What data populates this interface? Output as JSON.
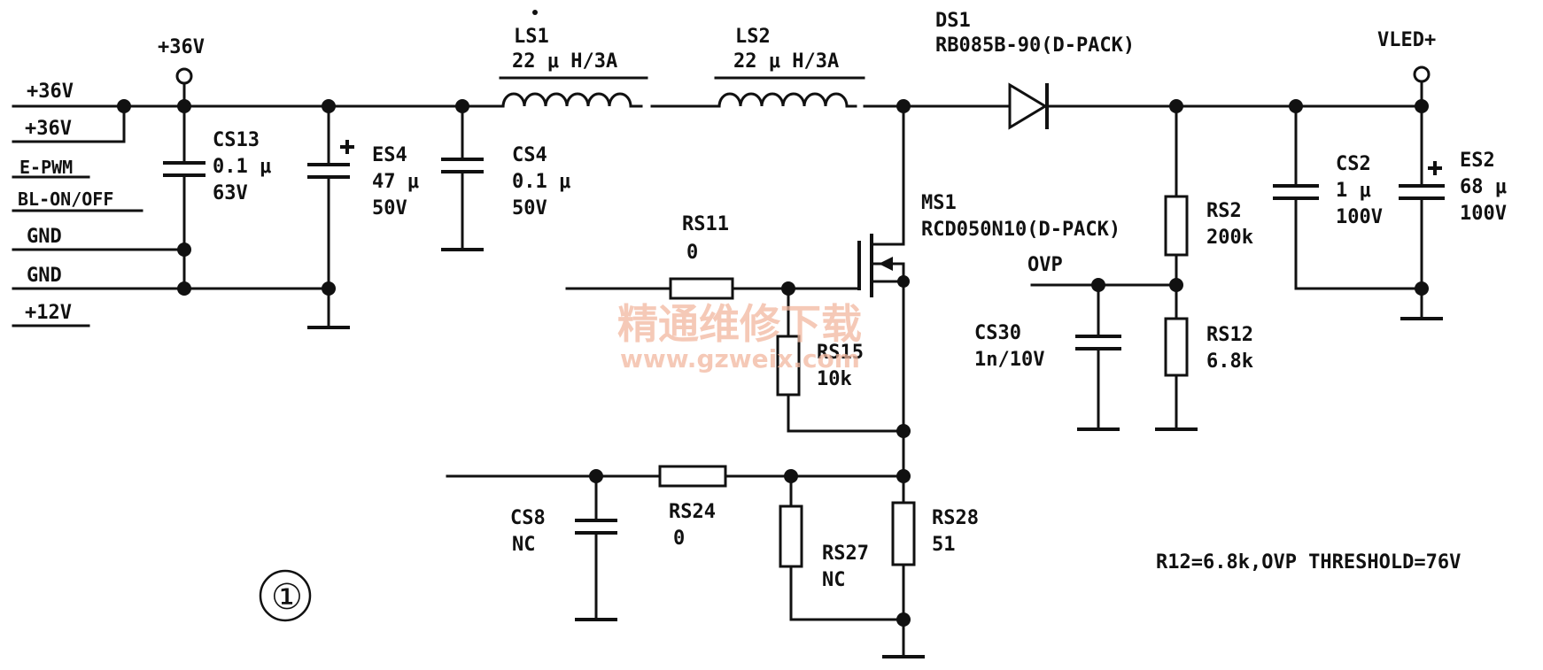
{
  "connector_pins": [
    "+36V",
    "+36V",
    "E-PWM",
    "BL-ON/OFF",
    "GND",
    "GND",
    "+12V"
  ],
  "terminals": {
    "in": "+36V",
    "out": "VLED+"
  },
  "components": {
    "CS13": {
      "ref": "CS13",
      "value": "0.1 μ",
      "rating": "63V"
    },
    "ES4": {
      "ref": "ES4",
      "value": "47 μ",
      "rating": "50V"
    },
    "CS4": {
      "ref": "CS4",
      "value": "0.1 μ",
      "rating": "50V"
    },
    "LS1": {
      "ref": "LS1",
      "value": "22 μ H/3A"
    },
    "LS2": {
      "ref": "LS2",
      "value": "22 μ H/3A"
    },
    "DS1": {
      "ref": "DS1",
      "value": "RB085B-90(D-PACK)"
    },
    "MS1": {
      "ref": "MS1",
      "value": "RCD050N10(D-PACK)"
    },
    "RS11": {
      "ref": "RS11",
      "value": "0"
    },
    "RS15": {
      "ref": "RS15",
      "value": "10k"
    },
    "RS24": {
      "ref": "RS24",
      "value": "0"
    },
    "CS8": {
      "ref": "CS8",
      "value": "NC"
    },
    "RS27": {
      "ref": "RS27",
      "value": "NC"
    },
    "RS28": {
      "ref": "RS28",
      "value": "51"
    },
    "RS2": {
      "ref": "RS2",
      "value": "200k"
    },
    "RS12": {
      "ref": "RS12",
      "value": "6.8k"
    },
    "CS30": {
      "ref": "CS30",
      "value": "1n/10V"
    },
    "CS2": {
      "ref": "CS2",
      "value": "1 μ",
      "rating": "100V"
    },
    "ES2": {
      "ref": "ES2",
      "value": "68 μ",
      "rating": "100V"
    }
  },
  "net_labels": {
    "ovp": "OVP"
  },
  "note": "R12=6.8k,OVP THRESHOLD=76V",
  "figure_number": "①",
  "watermark": {
    "text": "精通维修下载",
    "url": "www.gzweix.com"
  }
}
